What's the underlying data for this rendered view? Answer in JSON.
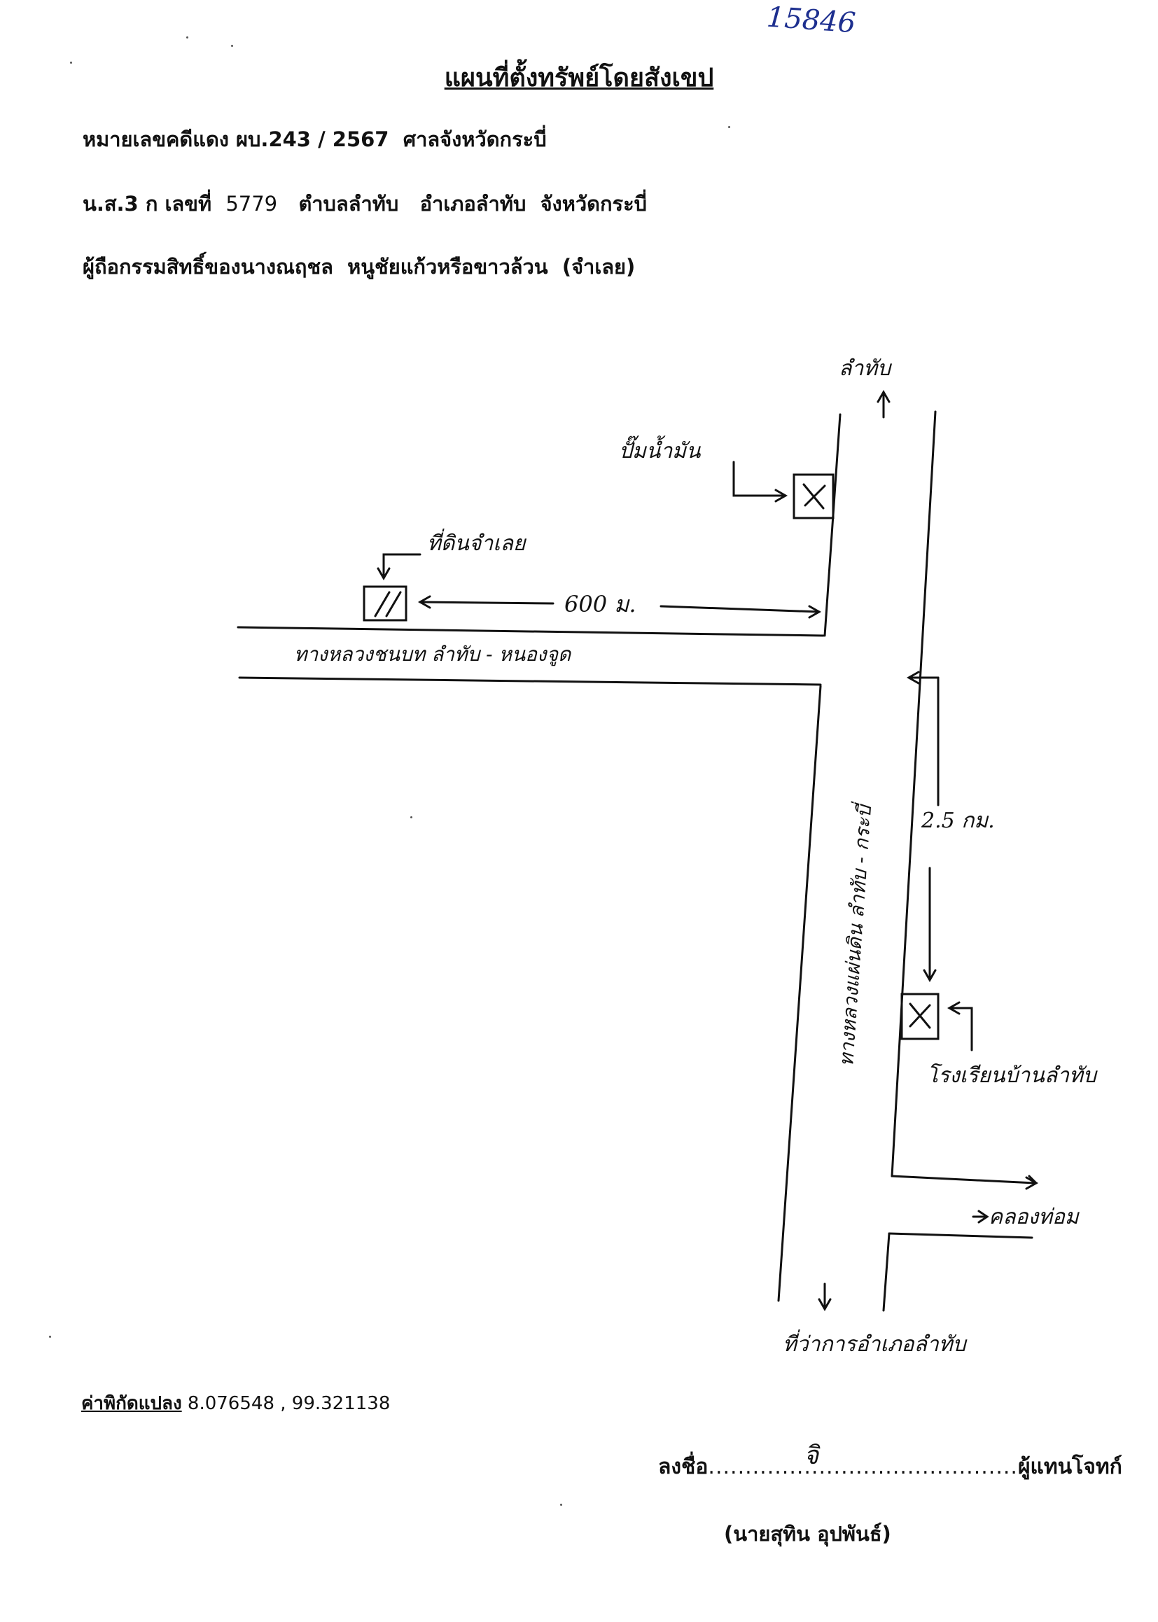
{
  "document": {
    "number": "15846",
    "title": "แผนที่ตั้งทรัพย์โดยสังเขป",
    "case_label": "หมายเลขคดีแดง ผบ.",
    "case_number": "243 / 2567",
    "court": "ศาลจังหวัดกระบี่",
    "deed_label": "น.ส.3 ก เลขที่",
    "deed_number": "5779",
    "subdistrict": "ตำบลลำทับ",
    "district": "อำเภอลำทับ",
    "province": "จังหวัดกระบี่",
    "owner": "ผู้ถือกรรมสิทธิ์ของนางณฤชล  หนูชัยแก้วหรือขาวล้วน  (จำเลย)"
  },
  "map": {
    "labels": {
      "north": "ลำทับ",
      "gas_station": "ปั๊มน้ำมัน",
      "property": "ที่ดินจำเลย",
      "distance_property": "600 ม.",
      "road_horizontal": "ทางหลวงชนบท ลำทับ - หนองจูด",
      "road_vertical": "ทางหลวงแผ่นดิน ลำทับ - กระบี่",
      "distance_school": "2.5 กม.",
      "school": "โรงเรียนบ้านลำทับ",
      "canal_road": "คลองท่อม",
      "district_office": "ที่ว่าการอำเภอลำทับ"
    }
  },
  "footer": {
    "coord_label": "ค่าพิกัดแปลง",
    "coord_value": " 8.076548 , 99.321138",
    "sign_prefix": "ลงชื่อ",
    "sign_dots": "..........................................",
    "sign_suffix": "ผู้แทนโจทก์",
    "sign_mark": "จิ",
    "signer": "(นายสุทิน  อุปพันธ์)"
  }
}
